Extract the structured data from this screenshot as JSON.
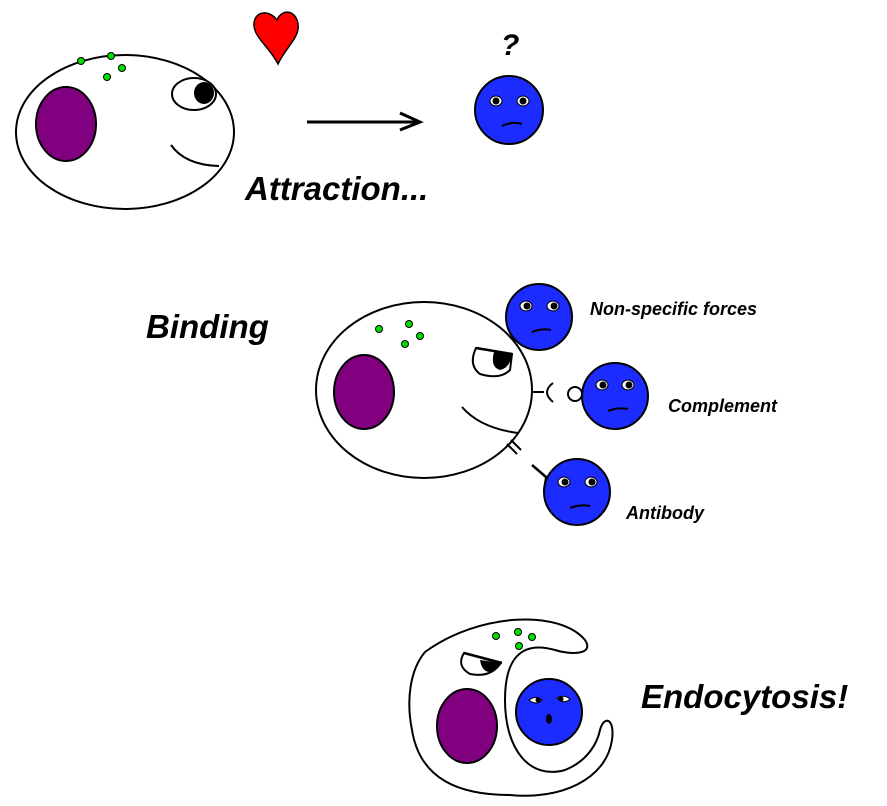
{
  "title": "Phagocytosis stages",
  "colors": {
    "nucleus": "#800080",
    "granule": "#00e000",
    "bacterium": "#1c2cff",
    "heart": "#ff0000",
    "outline": "#000000",
    "cell": "#ffffff"
  },
  "stages": [
    {
      "id": "attraction",
      "label": "Attraction...",
      "question_mark": "?"
    },
    {
      "id": "binding",
      "label": "Binding",
      "mechanisms": [
        {
          "label": "Non-specific forces"
        },
        {
          "label": "Complement"
        },
        {
          "label": "Antibody"
        }
      ]
    },
    {
      "id": "endocytosis",
      "label": "Endocytosis!"
    }
  ],
  "icons": [
    "heart-icon",
    "arrow-right-icon",
    "question-mark-icon"
  ]
}
